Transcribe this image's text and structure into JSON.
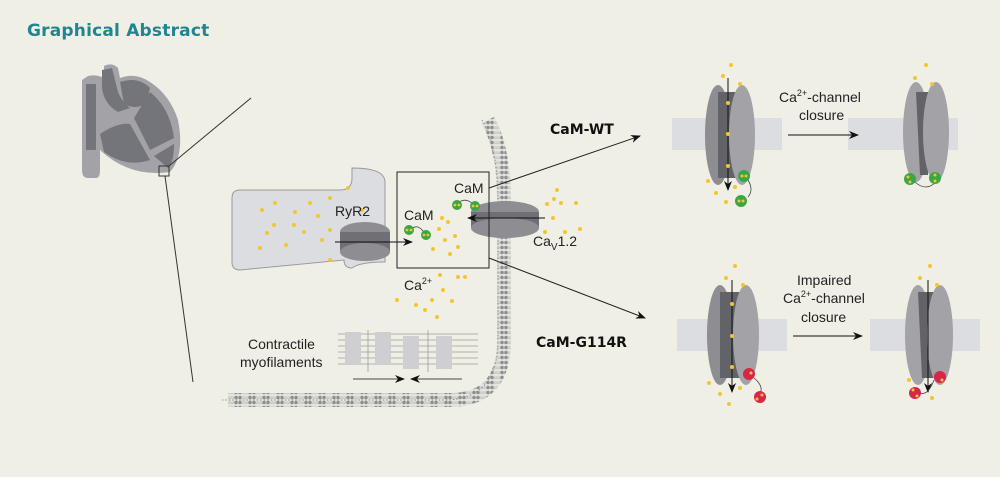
{
  "title": "Graphical Abstract",
  "colors": {
    "title": "#1f8590",
    "background": "#f0efe5",
    "calcium_ion": "#f2c630",
    "cam_wt": "#3aa648",
    "cam_mutant": "#d8264a",
    "channel": "#8e8e92",
    "membrane_band": "#dcdde0"
  },
  "labels": {
    "ryr2": "RyR2",
    "cam_left": "CaM",
    "cam_right": "CaM",
    "cav_base": "Ca",
    "cav_sub": "V",
    "cav_suffix": "1.2",
    "ca_base": "Ca",
    "ca_sup": "2+",
    "myofilaments_line1": "Contractile",
    "myofilaments_line2": "myofilaments",
    "cam_wt": "CaM-WT",
    "cam_g114r": "CaM-G114R",
    "wt_step_line1_base": "Ca",
    "wt_step_line1_sup": "2+",
    "wt_step_line1_rest": "-channel",
    "wt_step_line2": "closure",
    "mut_step_line1": "Impaired",
    "mut_step_line2_base": "Ca",
    "mut_step_line2_sup": "2+",
    "mut_step_line2_rest": "-channel",
    "mut_step_line3": "closure"
  }
}
